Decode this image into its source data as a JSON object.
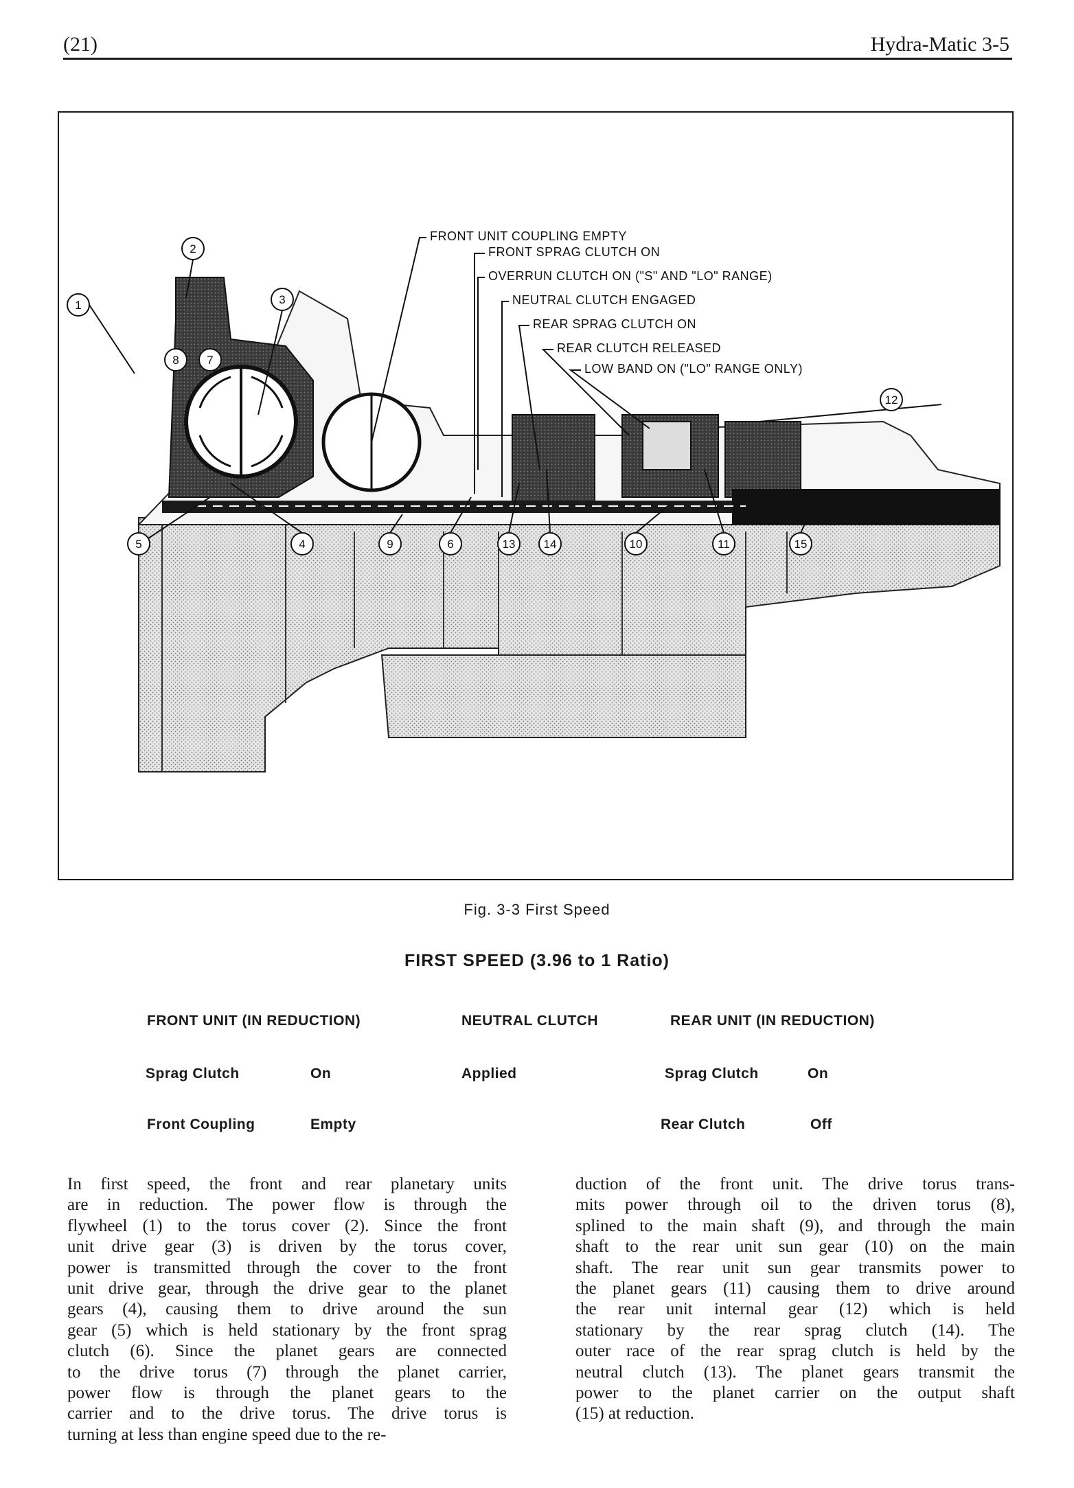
{
  "header": {
    "page_number": "(21)",
    "section": "Hydra-Matic  3-5"
  },
  "figure": {
    "callouts": [
      "FRONT UNIT COUPLING EMPTY",
      "FRONT SPRAG CLUTCH ON",
      "OVERRUN CLUTCH ON (\"S\" AND \"LO\" RANGE)",
      "NEUTRAL CLUTCH ENGAGED",
      "REAR SPRAG CLUTCH ON",
      "REAR CLUTCH RELEASED",
      "LOW BAND ON (\"LO\" RANGE ONLY)"
    ],
    "numbers": [
      "1",
      "2",
      "3",
      "4",
      "5",
      "6",
      "7",
      "8",
      "9",
      "10",
      "11",
      "12",
      "13",
      "14",
      "15"
    ],
    "caption": "Fig. 3-3  First Speed"
  },
  "section_title": "FIRST SPEED (3.96 to 1 Ratio)",
  "table": {
    "headers": [
      "FRONT UNIT (IN REDUCTION)",
      "NEUTRAL CLUTCH",
      "REAR UNIT (IN REDUCTION)"
    ],
    "front_unit": [
      {
        "label": "Sprag Clutch",
        "value": "On"
      },
      {
        "label": "Front Coupling",
        "value": "Empty"
      }
    ],
    "neutral_clutch": "Applied",
    "rear_unit": [
      {
        "label": "Sprag Clutch",
        "value": "On"
      },
      {
        "label": "Rear Clutch",
        "value": "Off"
      }
    ]
  },
  "body": {
    "left_lines": [
      "In first speed, the front and rear planetary units",
      "are in reduction. The power flow is through the",
      "flywheel (1) to the torus cover (2). Since the front",
      "unit drive gear (3) is driven by the torus cover,",
      "power is transmitted through the cover to the front",
      "unit drive gear, through the drive gear to the planet",
      "gears (4), causing them to drive around the sun",
      "gear (5) which is held stationary by the front sprag",
      "clutch (6). Since the planet gears are connected",
      "to the drive torus (7) through the planet carrier,",
      "power flow is through the planet gears to the",
      "carrier and to the drive torus. The drive torus is",
      "turning at less than engine speed due to the re-"
    ],
    "right_lines": [
      "duction of the front unit. The drive torus trans-",
      "mits power through oil to the driven torus (8),",
      "splined to the main shaft (9), and through the main",
      "shaft to the rear unit sun gear (10) on the main",
      "shaft. The rear unit sun gear transmits power to",
      "the planet gears (11) causing them to drive around",
      "the rear unit internal gear (12) which is held",
      "stationary by the rear sprag clutch (14). The",
      "outer race of the rear sprag clutch is held by the",
      "neutral clutch (13). The planet gears transmit the",
      "power to the planet carrier on the output shaft",
      "(15) at reduction."
    ]
  }
}
